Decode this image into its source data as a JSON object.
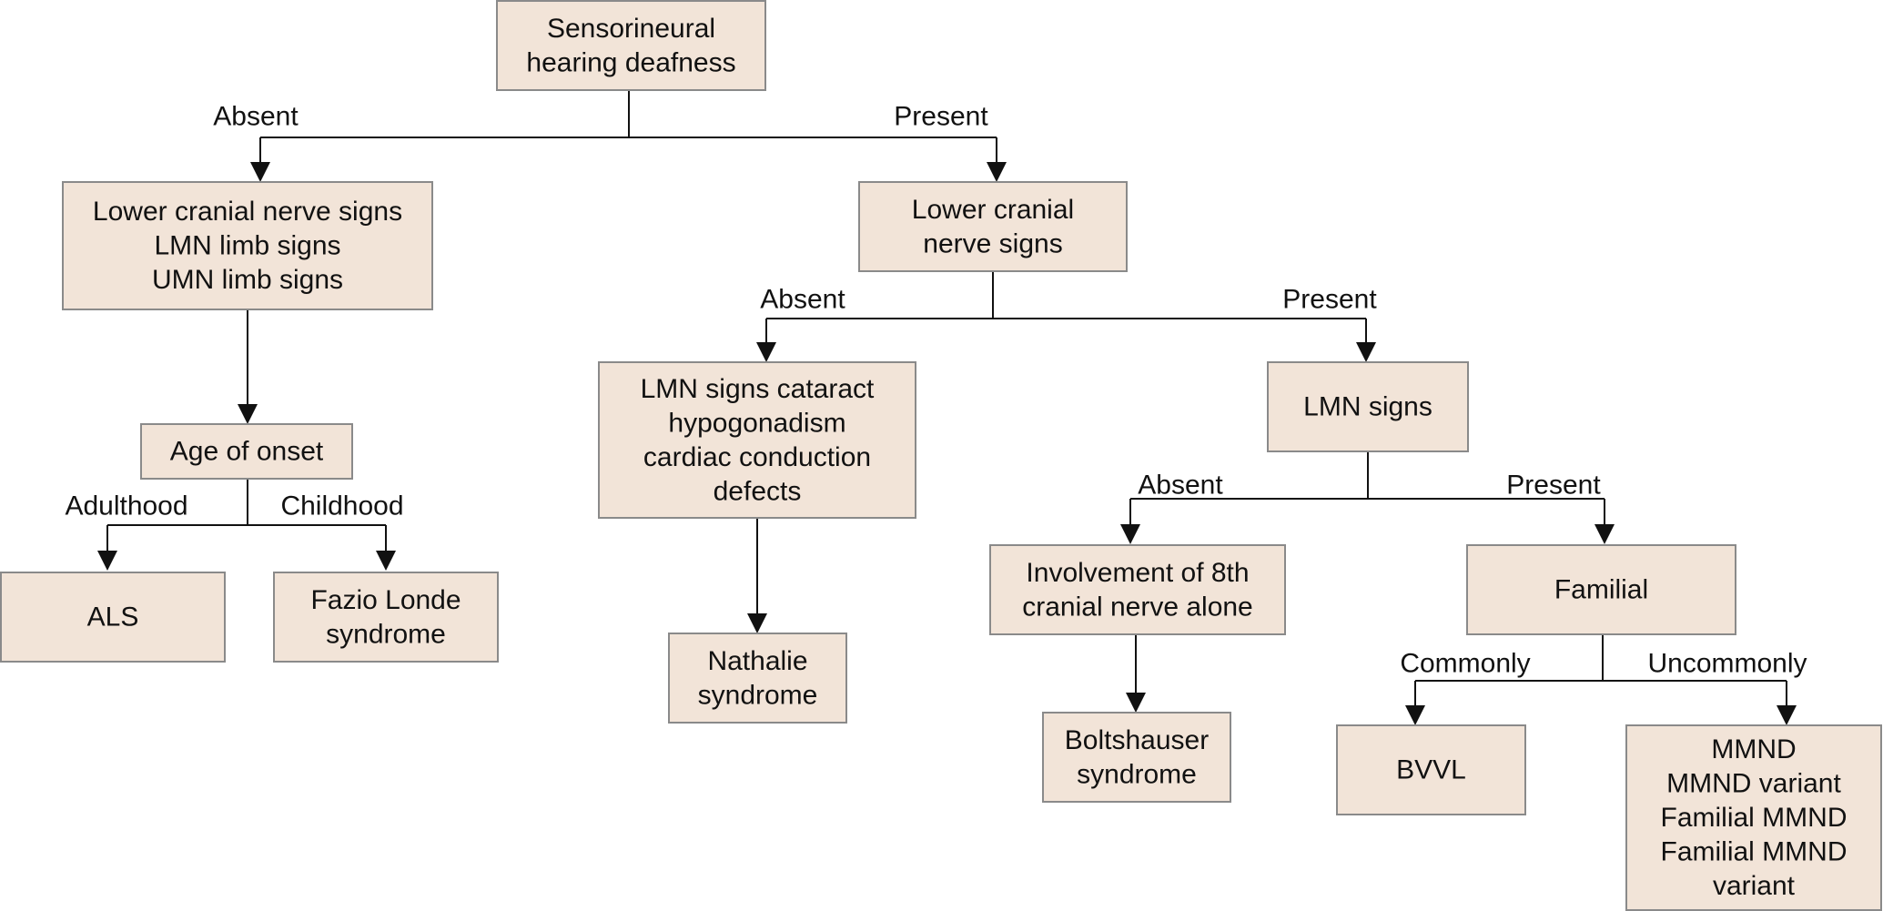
{
  "nodes": {
    "root": [
      "Sensorineural",
      "hearing deafness"
    ],
    "absent_branch": [
      "Lower cranial nerve signs",
      "LMN limb signs",
      "UMN limb signs"
    ],
    "age_of_onset": [
      "Age of onset"
    ],
    "als": [
      "ALS"
    ],
    "fazio_londe": [
      "Fazio Londe",
      "syndrome"
    ],
    "lower_cranial": [
      "Lower cranial",
      "nerve signs"
    ],
    "lmn_cataract": [
      "LMN signs cataract",
      "hypogonadism",
      "cardiac conduction",
      "defects"
    ],
    "nathalie": [
      "Nathalie",
      "syndrome"
    ],
    "lmn_signs": [
      "LMN signs"
    ],
    "eighth_nerve": [
      "Involvement of 8th",
      "cranial nerve alone"
    ],
    "boltshauser": [
      "Boltshauser",
      "syndrome"
    ],
    "familial": [
      "Familial"
    ],
    "bvvl": [
      "BVVL"
    ],
    "mmnd": [
      "MMND",
      "MMND variant",
      "Familial MMND",
      "Familial MMND",
      "variant"
    ]
  },
  "edges": {
    "root_absent": "Absent",
    "root_present": "Present",
    "onset_adulthood": "Adulthood",
    "onset_childhood": "Childhood",
    "lcn_absent": "Absent",
    "lcn_present": "Present",
    "lmn_absent": "Absent",
    "lmn_present": "Present",
    "familial_commonly": "Commonly",
    "familial_uncommonly": "Uncommonly"
  }
}
